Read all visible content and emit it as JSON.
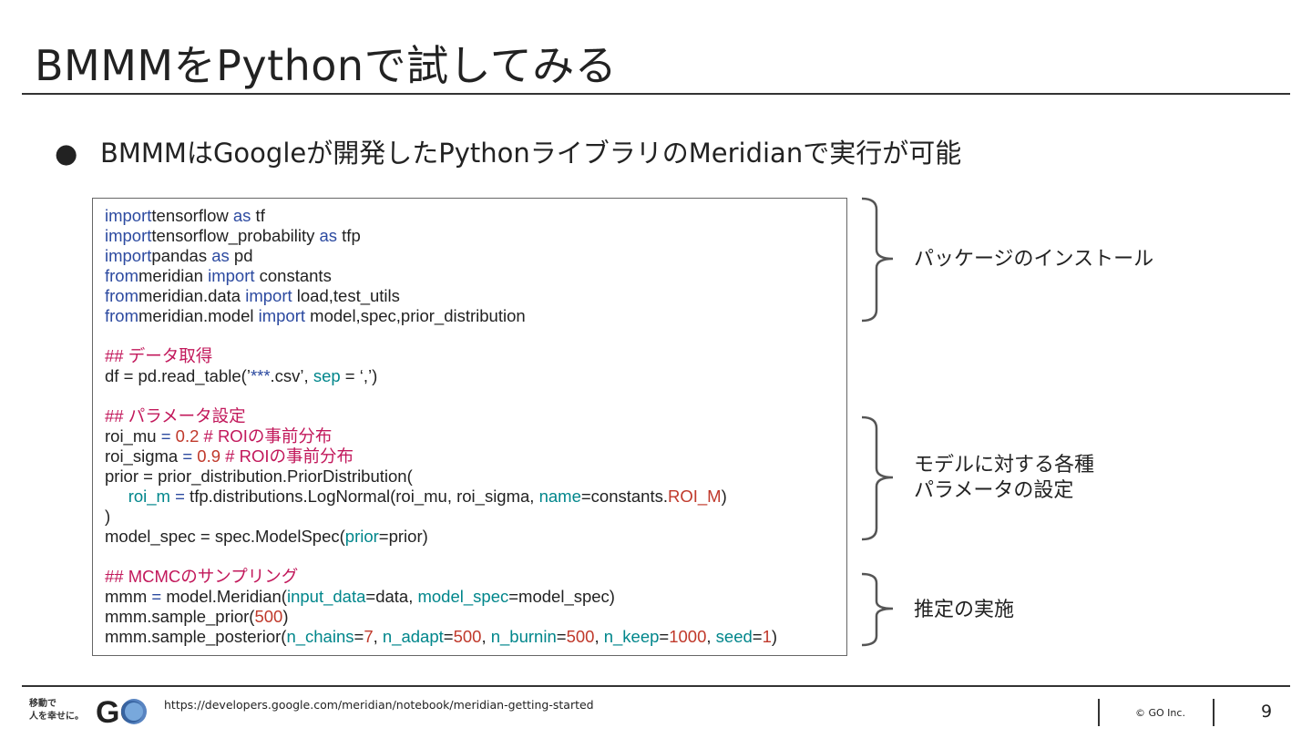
{
  "slide": {
    "title": "BMMMをPythonで試してみる",
    "bullet_marker": "●",
    "bullet_text": "BMMMはGoogleが開発したPythonライブラリのMeridianで実行が可能"
  },
  "code_lines": [
    [
      [
        "kw",
        "import"
      ],
      [
        "",
        "tensorflow "
      ],
      [
        "kw",
        "as"
      ],
      [
        "",
        " tf"
      ]
    ],
    [
      [
        "kw",
        "import"
      ],
      [
        "",
        "tensorflow_probability "
      ],
      [
        "kw",
        "as"
      ],
      [
        "",
        " tfp"
      ]
    ],
    [
      [
        "kw",
        "import"
      ],
      [
        "",
        "pandas "
      ],
      [
        "kw",
        "as"
      ],
      [
        "",
        " pd"
      ]
    ],
    [
      [
        "kw",
        "from"
      ],
      [
        "",
        "meridian "
      ],
      [
        "kw",
        "import"
      ],
      [
        "",
        " constants"
      ]
    ],
    [
      [
        "kw",
        "from"
      ],
      [
        "",
        "meridian.data "
      ],
      [
        "kw",
        "import"
      ],
      [
        "",
        " load,test_utils"
      ]
    ],
    [
      [
        "kw",
        "from"
      ],
      [
        "",
        "meridian.model "
      ],
      [
        "kw",
        "import"
      ],
      [
        "",
        " model,spec,prior_distribution"
      ]
    ],
    [],
    [
      [
        "cm",
        "## データ取得"
      ]
    ],
    [
      [
        "",
        "df = pd.read_table(’"
      ],
      [
        "kw",
        "***"
      ],
      [
        "",
        ".csv’, "
      ],
      [
        "tl",
        "sep"
      ],
      [
        "",
        " = ‘,’)"
      ]
    ],
    [],
    [
      [
        "cm",
        "## パラメータ設定"
      ]
    ],
    [
      [
        "",
        "roi_mu "
      ],
      [
        "kw",
        "="
      ],
      [
        "",
        " "
      ],
      [
        "nm",
        "0.2"
      ],
      [
        "cm",
        " # ROIの事前分布"
      ]
    ],
    [
      [
        "",
        "roi_sigma "
      ],
      [
        "kw",
        "="
      ],
      [
        "",
        " "
      ],
      [
        "nm",
        "0.9"
      ],
      [
        "cm",
        " # ROIの事前分布"
      ]
    ],
    [
      [
        "",
        "prior = prior_distribution.PriorDistribution("
      ]
    ],
    [
      [
        "",
        "     "
      ],
      [
        "tl",
        "roi_m"
      ],
      [
        "kw",
        " ="
      ],
      [
        "",
        " tfp.distributions.LogNormal(roi_mu, roi_sigma, "
      ],
      [
        "tl",
        "name"
      ],
      [
        "",
        "=constants."
      ],
      [
        "nm",
        "ROI_M"
      ],
      [
        "",
        ")"
      ]
    ],
    [
      [
        "",
        ")"
      ]
    ],
    [
      [
        "",
        "model_spec = spec.ModelSpec("
      ],
      [
        "tl",
        "prior"
      ],
      [
        "",
        "=prior)"
      ]
    ],
    [],
    [
      [
        "cm",
        "## MCMCのサンプリング"
      ]
    ],
    [
      [
        "",
        "mmm "
      ],
      [
        "kw",
        "="
      ],
      [
        "",
        " model.Meridian("
      ],
      [
        "tl",
        "input_data"
      ],
      [
        "",
        "=data, "
      ],
      [
        "tl",
        "model_spec"
      ],
      [
        "",
        "=model_spec)"
      ]
    ],
    [
      [
        "",
        "mmm.sample_prior("
      ],
      [
        "nm",
        "500"
      ],
      [
        "",
        ")"
      ]
    ],
    [
      [
        "",
        "mmm.sample_posterior("
      ],
      [
        "tl",
        "n_chains"
      ],
      [
        "",
        "="
      ],
      [
        "nm",
        "7"
      ],
      [
        "",
        ", "
      ],
      [
        "tl",
        "n_adapt"
      ],
      [
        "",
        "="
      ],
      [
        "nm",
        "500"
      ],
      [
        "",
        ", "
      ],
      [
        "tl",
        "n_burnin"
      ],
      [
        "",
        "="
      ],
      [
        "nm",
        "500"
      ],
      [
        "",
        ", "
      ],
      [
        "tl",
        "n_keep"
      ],
      [
        "",
        "="
      ],
      [
        "nm",
        "1000"
      ],
      [
        "",
        ", "
      ],
      [
        "tl",
        "seed"
      ],
      [
        "",
        "="
      ],
      [
        "nm",
        "1"
      ],
      [
        "",
        ")"
      ]
    ]
  ],
  "annotations": {
    "install": "パッケージのインストール",
    "params_line1": "モデルに対する各種",
    "params_line2": "パラメータの設定",
    "sampling": "推定の実施"
  },
  "footer": {
    "logo_tagline": "移動で\n人を幸せに。",
    "logo_mark": "GO",
    "url": "https://developers.google.com/meridian/notebook/meridian-getting-started",
    "copyright": "© GO Inc.",
    "page_number": "9"
  },
  "colors": {
    "keyword": "#2c4aa0",
    "comment": "#c2185b",
    "number": "#c0392b",
    "param": "#00868b"
  }
}
